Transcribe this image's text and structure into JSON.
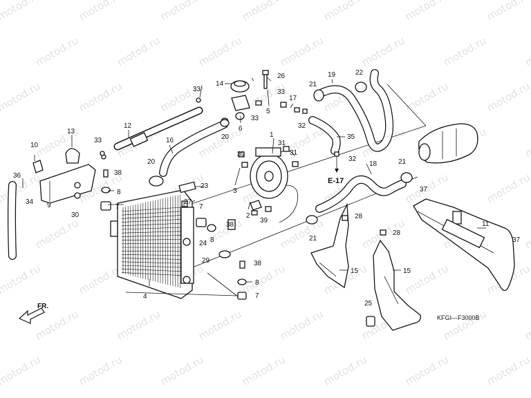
{
  "diagram": {
    "code": "KFGI—F3000B",
    "front_arrow": "FR.",
    "ref_label": "E-17",
    "watermark": "motod.ru",
    "callouts": [
      "1",
      "2",
      "3",
      "4",
      "5",
      "6",
      "7",
      "8",
      "9",
      "10",
      "11",
      "12",
      "13",
      "14",
      "15",
      "16",
      "17",
      "18",
      "19",
      "20",
      "21",
      "22",
      "23",
      "24",
      "25",
      "26",
      "27",
      "28",
      "29",
      "30",
      "31",
      "32",
      "33",
      "34",
      "35",
      "36",
      "37",
      "38",
      "39"
    ]
  }
}
